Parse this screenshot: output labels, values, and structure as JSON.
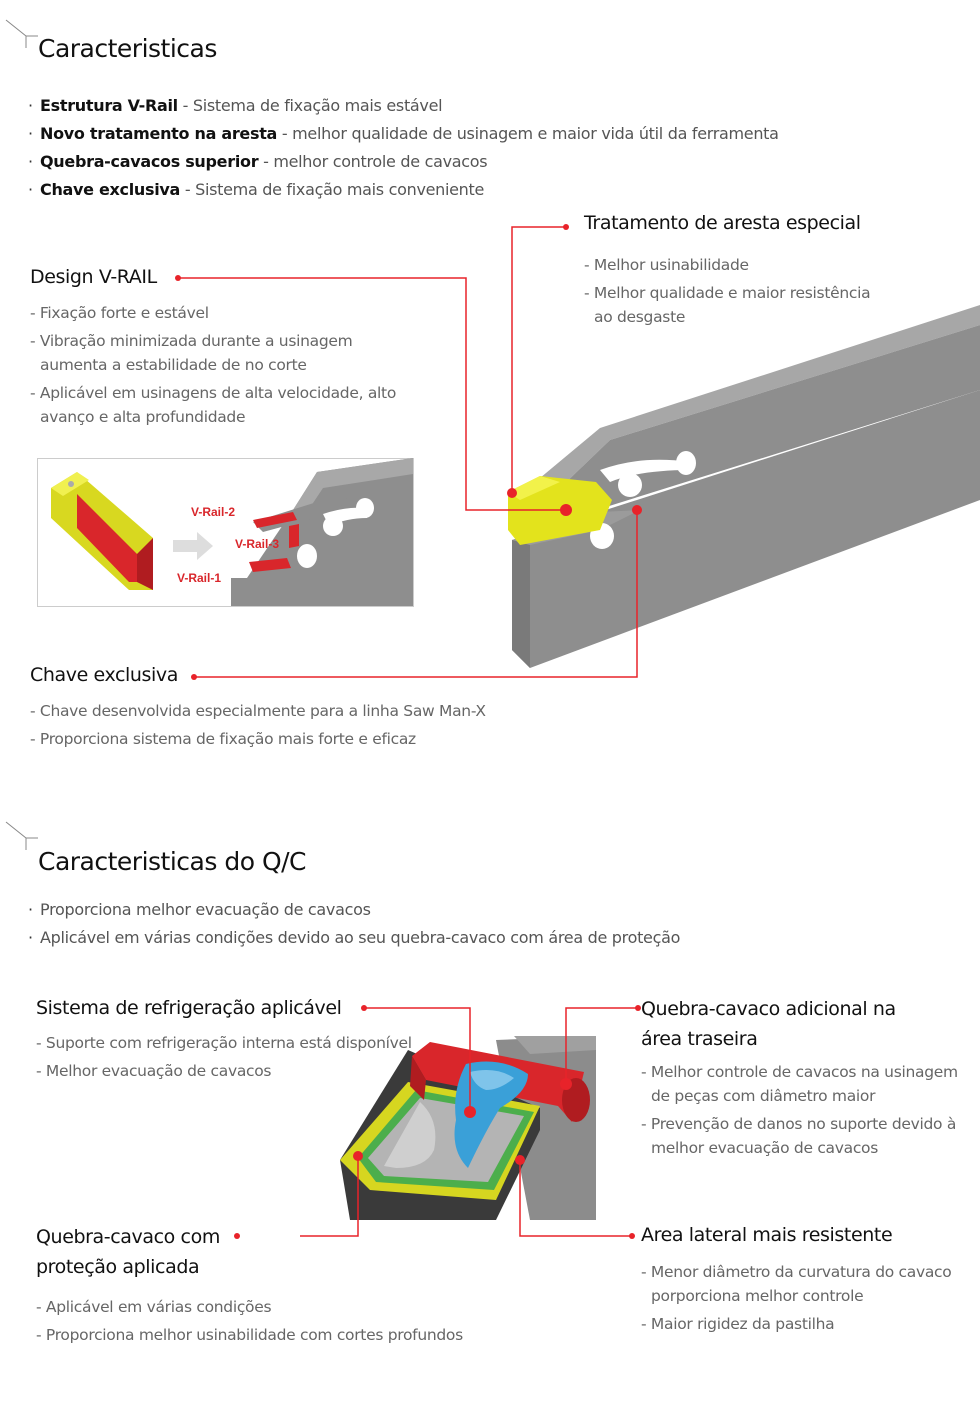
{
  "section1": {
    "title": "Caracteristicas",
    "bullets": [
      {
        "term": "Estrutura V-Rail",
        "desc": " - Sistema de fixação mais estável"
      },
      {
        "term": "Novo tratamento na aresta",
        "desc": " - melhor qualidade de usinagem e maior vida útil da ferramenta"
      },
      {
        "term": "Quebra-cavacos superior",
        "desc": " - melhor controle de cavacos"
      },
      {
        "term": "Chave exclusiva",
        "desc": " - Sistema de fixação mais conveniente"
      }
    ],
    "callouts": {
      "vrail": {
        "heading": "Design V-RAIL",
        "items": [
          "Fixação forte e estável",
          "Vibração minimizada durante a usinagem aumenta a estabilidade de no corte",
          "Aplicável em usinagens de alta velocidade, alto avanço e alta profundidade"
        ]
      },
      "edge": {
        "heading": "Tratamento de aresta especial",
        "items": [
          "Melhor usinabilidade",
          "Melhor qualidade e maior resistência ao desgaste"
        ]
      },
      "key": {
        "heading": "Chave exclusiva",
        "items": [
          "Chave desenvolvida especialmente para a linha Saw Man-X",
          "Proporciona sistema de fixação mais forte e eficaz"
        ]
      }
    },
    "inset_labels": {
      "rail1": "V-Rail-1",
      "rail2": "V-Rail-2",
      "rail3": "V-Rail-3"
    }
  },
  "section2": {
    "title": "Caracteristicas do Q/C",
    "bullets": [
      "Proporciona melhor evacuação de cavacos",
      "Aplicável em várias condições devido ao seu quebra-cavaco com área de proteção"
    ],
    "callouts": {
      "coolant": {
        "heading": "Sistema de refrigeração aplicável",
        "items": [
          "Suporte com refrigeração interna está disponível",
          "Melhor evacuação de cavacos"
        ]
      },
      "rear": {
        "heading_line1": "Quebra-cavaco adicional na",
        "heading_line2": "área traseira",
        "items": [
          "Melhor controle de cavacos na usinagem de peças com diâmetro maior",
          "Prevenção de danos no suporte devido à melhor evacuação de cavacos"
        ]
      },
      "protect": {
        "heading_line1": "Quebra-cavaco com",
        "heading_line2": "proteção aplicada",
        "items": [
          "Aplicável em várias condições",
          "Proporciona melhor usinabilidade com cortes profundos"
        ]
      },
      "side": {
        "heading": "Area lateral mais resistente",
        "items": [
          "Menor diâmetro da curvatura do cavaco porporciona melhor controle",
          "Maior rigidez da pastilha"
        ]
      }
    }
  },
  "colors": {
    "accent": "#e8232a",
    "insert_yellow": "#e6e61e",
    "holder_gray": "#8c8c8c",
    "breaker_red": "#d9262b",
    "chip_blue": "#3aa0d8",
    "land_green": "#4cae4c"
  }
}
